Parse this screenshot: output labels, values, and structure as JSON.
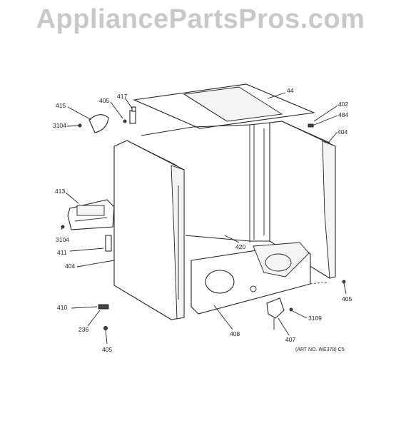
{
  "watermark": "AppliancePartsPros.com",
  "art_number": "(ART NO. WE378) C5",
  "callouts": {
    "c44": "44",
    "c402": "402",
    "c484": "484",
    "c404_right": "404",
    "c405_top": "405",
    "c417": "417",
    "c415": "415",
    "c3104_top": "3104",
    "c413": "413",
    "c3104_left": "3104",
    "c411": "411",
    "c404_left": "404",
    "c420": "420",
    "c405_right": "405",
    "c410": "410",
    "c236": "236",
    "c405_bottom": "405",
    "c408": "408",
    "c407": "407",
    "c3109": "3109"
  }
}
